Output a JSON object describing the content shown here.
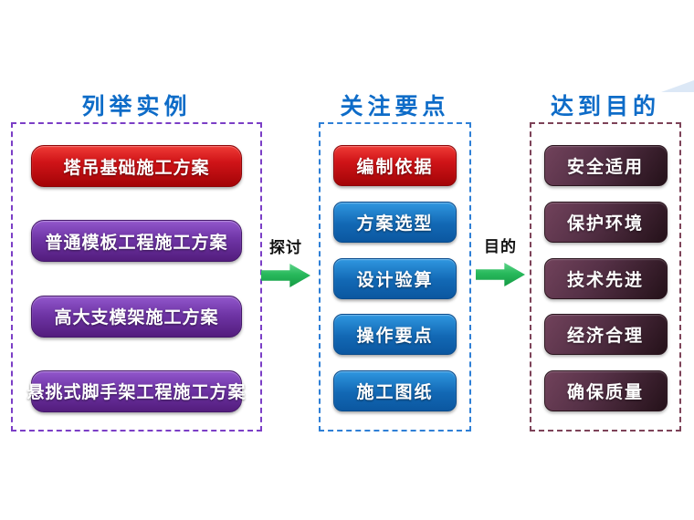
{
  "diagram": {
    "title_color": "#0e6cc8",
    "arrow_color": "#28b95c",
    "columns": [
      {
        "title": "列举实例",
        "border_color": "#7b3ec6",
        "items": [
          {
            "label": "塔吊基础施工方案",
            "color": "#c00d12"
          },
          {
            "label": "普通模板工程施工方案",
            "color": "#6f35a6"
          },
          {
            "label": "高大支模架施工方案",
            "color": "#6f35a6"
          },
          {
            "label": "悬挑式脚手架工程施工方案",
            "color": "#6f35a6"
          }
        ]
      },
      {
        "title": "关注要点",
        "border_color": "#2e7fd6",
        "items": [
          {
            "label": "编制依据",
            "color": "#c00d12"
          },
          {
            "label": "方案选型",
            "color": "#1268b4"
          },
          {
            "label": "设计验算",
            "color": "#1268b4"
          },
          {
            "label": "操作要点",
            "color": "#1268b4"
          },
          {
            "label": "施工图纸",
            "color": "#1268b4"
          }
        ]
      },
      {
        "title": "达到目的",
        "border_color": "#7d4258",
        "items": [
          {
            "label": "安全适用",
            "color": "#4c2a3c"
          },
          {
            "label": "保护环境",
            "color": "#4c2a3c"
          },
          {
            "label": "技术先进",
            "color": "#4c2a3c"
          },
          {
            "label": "经济合理",
            "color": "#4c2a3c"
          },
          {
            "label": "确保质量",
            "color": "#4c2a3c"
          }
        ]
      }
    ],
    "connectors": [
      {
        "label": "探讨"
      },
      {
        "label": "目的"
      }
    ]
  }
}
